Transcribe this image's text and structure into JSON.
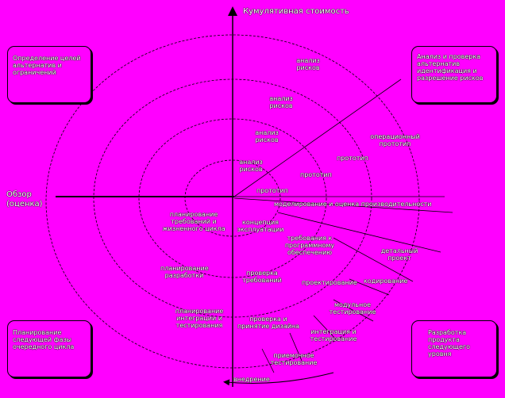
{
  "axes": {
    "y_title": "Кумулятивная стоимость",
    "x_title": "Обзор (оценка)"
  },
  "quadrants": {
    "top_left": "Определение целей альтернатив и ограничений",
    "top_right": "Анализ и проверка альтернатив идентификация и разрешение рисков",
    "bottom_left": "Планирование следующей фазы очередного цикла",
    "bottom_right": "Разработка продукта следующего уровня"
  },
  "labels": {
    "risk1": "анализ рисков",
    "risk2": "анализ рисков",
    "risk3": "анализ рисков",
    "risk4": "анализ рисков",
    "proto_op": "операционный прототип",
    "proto3": "прототип",
    "proto2": "прототип",
    "proto1": "прототип",
    "modeling": "моделирование и оценка производительности",
    "plan_req": "планирование требований и жизненного цикла",
    "concept": "концепция эксплуатации",
    "sw_req": "требования к программному обеспечению",
    "detail": "детальный проект",
    "plan_dev": "планирование разработки",
    "req_check": "проверка требований",
    "design": "проектирование",
    "coding": "кодирование",
    "plan_int": "планирование интеграции и тестирования",
    "design_check": "проверка и принятие дизайна",
    "unit_test": "модульное тестирование",
    "int_test": "интеграция и тестирование",
    "accept_test": "приемочное тестирование",
    "deploy": "внедрение"
  }
}
